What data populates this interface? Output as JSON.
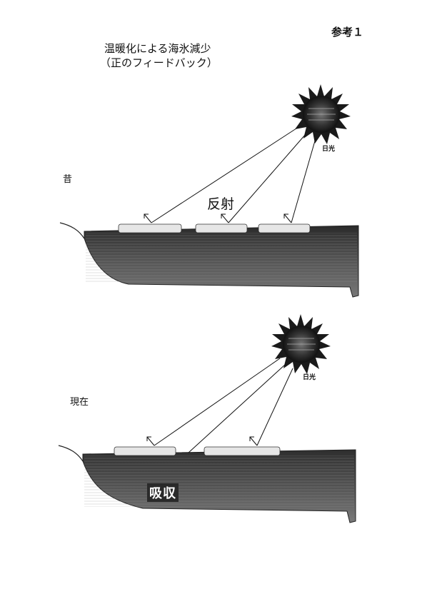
{
  "reference_label": "参考１",
  "title_line1": "温暖化による海氷減少",
  "title_line2": "（正のフィードバック）",
  "past": {
    "label": "昔",
    "sunlight_label": "日光",
    "reflection_label": "反射"
  },
  "present": {
    "label": "現在",
    "sunlight_label": "日光",
    "absorption_label": "吸収"
  },
  "colors": {
    "ocean": "#3a3a3a",
    "ice": "#e6e6e6",
    "line": "#111111"
  }
}
